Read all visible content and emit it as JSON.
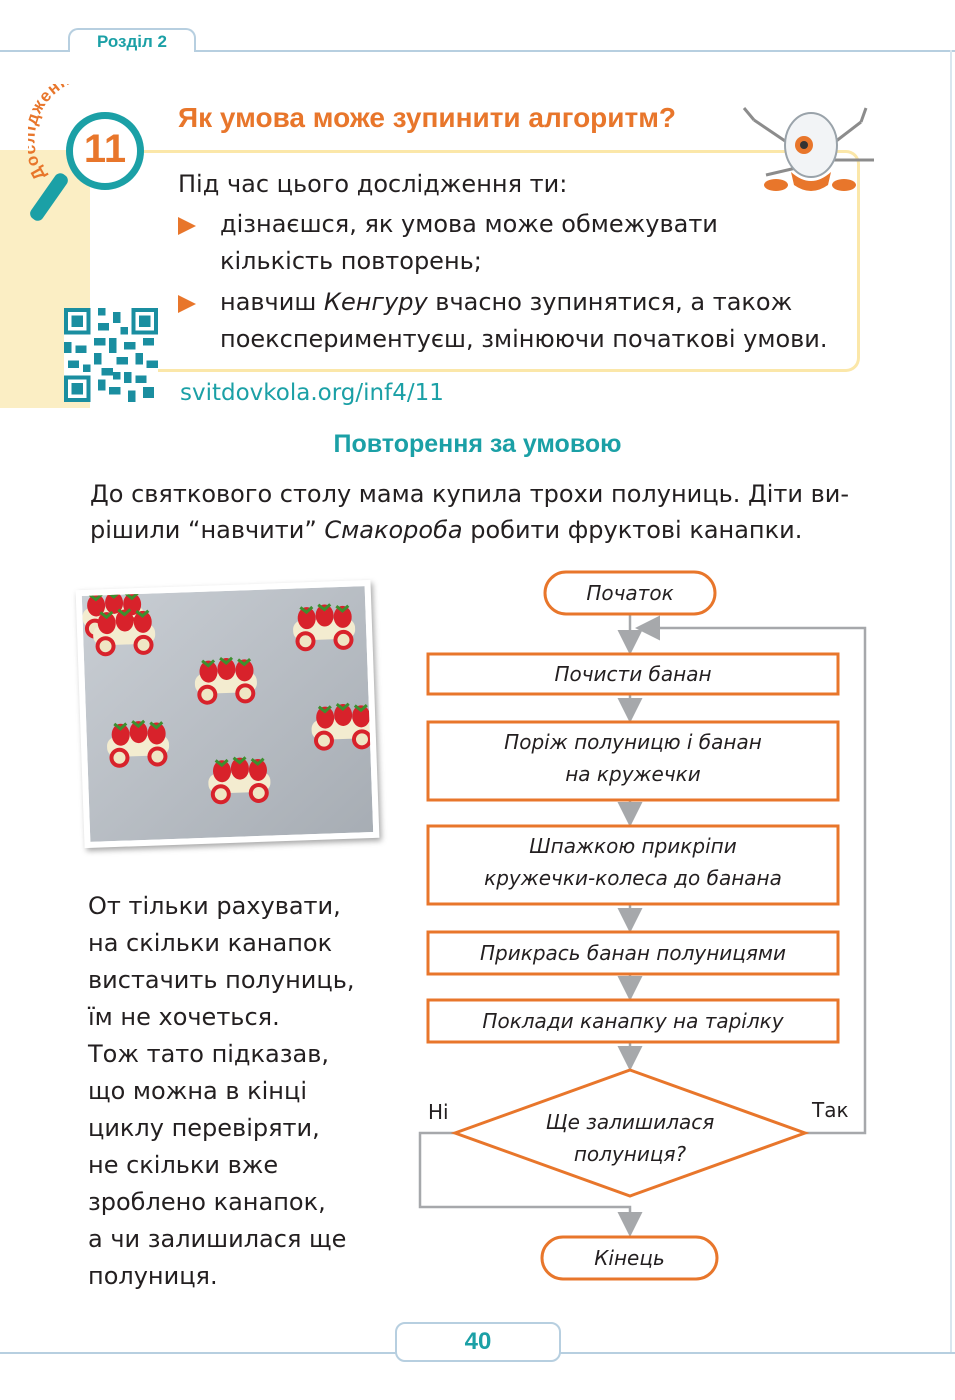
{
  "header": {
    "section": "Розділ 2"
  },
  "research": {
    "arc_label": "Дослідження",
    "number": "11",
    "title": "Як умова може зупинити алгоритм?",
    "intro": "Під час цього дослідження ти:",
    "bullet1_line1": "дізнаєшся, як умова може обмежувати",
    "bullet1_line2": "кількість повторень;",
    "bullet2_pre": "навчиш ",
    "bullet2_em": "Кенгуру",
    "bullet2_post": " вчасно зупинятися, а також",
    "bullet2_line2": "поекспериментуєш, змінюючи початкові умови."
  },
  "link": "svitdovkola.org/inf4/11",
  "subtitle": "Повторення за умовою",
  "paragraph": {
    "line1": "До святкового столу мама купила трохи полуниць. Діти ви-",
    "line2_pre": "рішили “навчити” ",
    "line2_em": "Смакороба",
    "line2_post": " робити фруктові канапки."
  },
  "side_text": [
    "От тільки рахувати,",
    "на скільки канапок",
    "вистачить полуниць,",
    "їм не хочеться.",
    "Тож тато підказав,",
    "що можна в кінці",
    "циклу перевіряти,",
    "не скільки вже",
    "зроблено канапок,",
    "а чи залишилася ще",
    "полуниця."
  ],
  "flowchart": {
    "start": "Початок",
    "step1": "Почисти банан",
    "step2_line1": "Поріж полуницю і банан",
    "step2_line2": "на кружечки",
    "step3_line1": "Шпажкою прикріпи",
    "step3_line2": "кружечки-колеса до банана",
    "step4": "Прикрась банан полуницями",
    "step5": "Поклади канапку на тарілку",
    "decision_line1": "Ще залишилася",
    "decision_line2": "полуниця?",
    "no": "Ні",
    "yes": "Так",
    "end": "Кінець"
  },
  "footer": {
    "page": "40"
  },
  "colors": {
    "accent": "#e8762b",
    "teal": "#1ba0a6",
    "pale_yellow": "#fbeec4",
    "rule": "#b7cfe0"
  }
}
